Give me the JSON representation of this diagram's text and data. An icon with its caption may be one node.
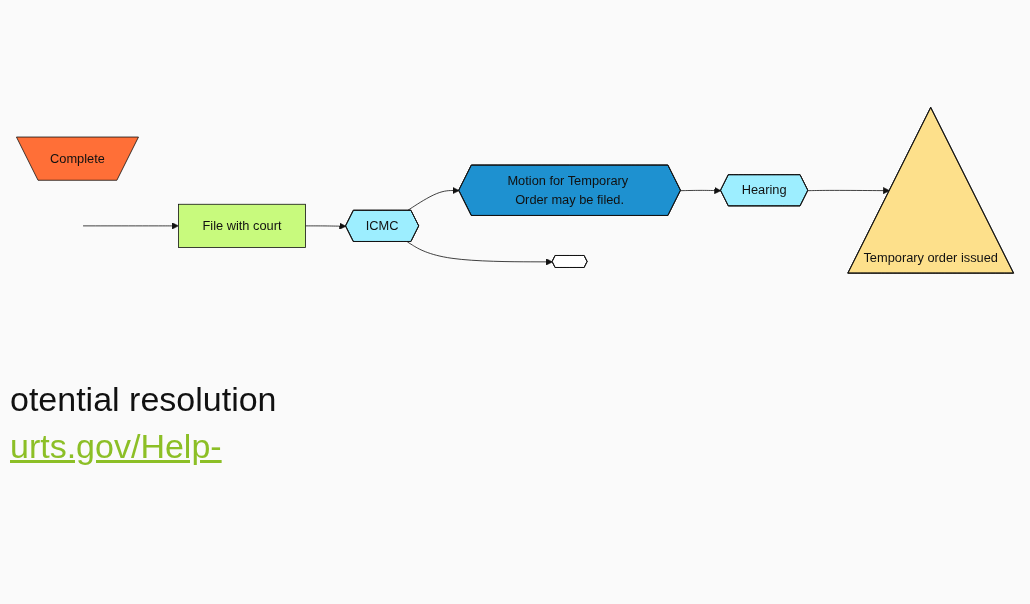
{
  "diagram": {
    "nodes": [
      {
        "text": [
          "Temporary order issued"
        ]
      },
      {
        "text": [
          "Hearing"
        ]
      },
      {
        "text": [
          "Motion for Temporary Order may be filed."
        ]
      },
      {
        "text": [
          "File with court"
        ]
      },
      {
        "text": [
          "ICMC"
        ]
      },
      {
        "text": [
          "Complete"
        ]
      },
      {
        "text": [],
        "shape": "hexagon"
      }
    ],
    "edges": [
      {
        "from": 1,
        "to": 0,
        "arrow": "to"
      },
      {
        "from": 2,
        "to": 1,
        "arrow": "to"
      },
      {
        "from": 4,
        "to": 2,
        "arrow": "to"
      },
      {
        "from": null,
        "to": 3,
        "arrow": "to"
      },
      {
        "from": 3,
        "to": 4,
        "arrow": "to"
      },
      {
        "from": 4,
        "to": 6,
        "arrow": "to"
      }
    ],
    "labels": [
      "otential resolution",
      "urts.gov/Help-"
    ]
  }
}
